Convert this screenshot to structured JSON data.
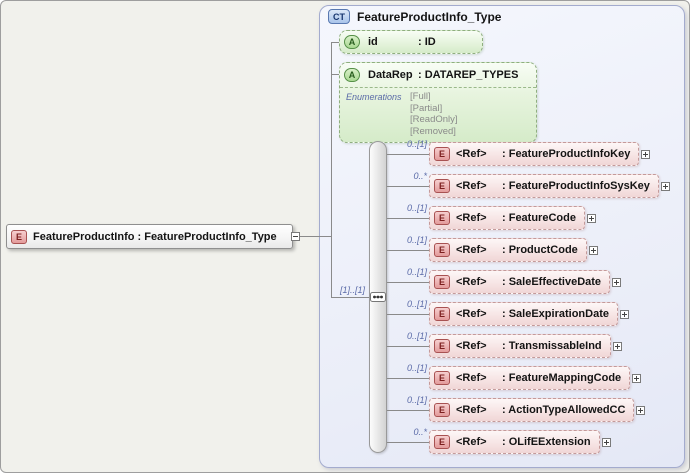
{
  "root_element": {
    "badge": "E",
    "label": "FeatureProductInfo : FeatureProductInfo_Type"
  },
  "complex_type": {
    "badge": "CT",
    "title": "FeatureProductInfo_Type",
    "attributes": [
      {
        "badge": "A",
        "name": "id",
        "type": ": ID"
      },
      {
        "badge": "A",
        "name": "DataRep",
        "type": ": DATAREP_TYPES",
        "enumerations_label": "Enumerations",
        "enumerations": [
          "[Full]",
          "[Partial]",
          "[ReadOnly]",
          "[Removed]"
        ]
      }
    ],
    "sequence_cardinality": "[1]..[1]",
    "elements": [
      {
        "cardinality": "0..[1]",
        "badge": "E",
        "ref": "<Ref>",
        "type": ": FeatureProductInfoKey"
      },
      {
        "cardinality": "0..*",
        "badge": "E",
        "ref": "<Ref>",
        "type": ": FeatureProductInfoSysKey"
      },
      {
        "cardinality": "0..[1]",
        "badge": "E",
        "ref": "<Ref>",
        "type": ": FeatureCode"
      },
      {
        "cardinality": "0..[1]",
        "badge": "E",
        "ref": "<Ref>",
        "type": ": ProductCode"
      },
      {
        "cardinality": "0..[1]",
        "badge": "E",
        "ref": "<Ref>",
        "type": ": SaleEffectiveDate"
      },
      {
        "cardinality": "0..[1]",
        "badge": "E",
        "ref": "<Ref>",
        "type": ": SaleExpirationDate"
      },
      {
        "cardinality": "0..[1]",
        "badge": "E",
        "ref": "<Ref>",
        "type": ": TransmissableInd"
      },
      {
        "cardinality": "0..[1]",
        "badge": "E",
        "ref": "<Ref>",
        "type": ": FeatureMappingCode"
      },
      {
        "cardinality": "0..[1]",
        "badge": "E",
        "ref": "<Ref>",
        "type": ": ActionTypeAllowedCC"
      },
      {
        "cardinality": "0..*",
        "badge": "E",
        "ref": "<Ref>",
        "type": ": OLifEExtension"
      }
    ]
  },
  "colors": {
    "element_accent": "#b25050",
    "attribute_accent": "#4e8f46",
    "complex_type_accent": "#3c5f9e",
    "connector": "#8a8a8a",
    "cardinality_text": "#5b6ba8"
  }
}
